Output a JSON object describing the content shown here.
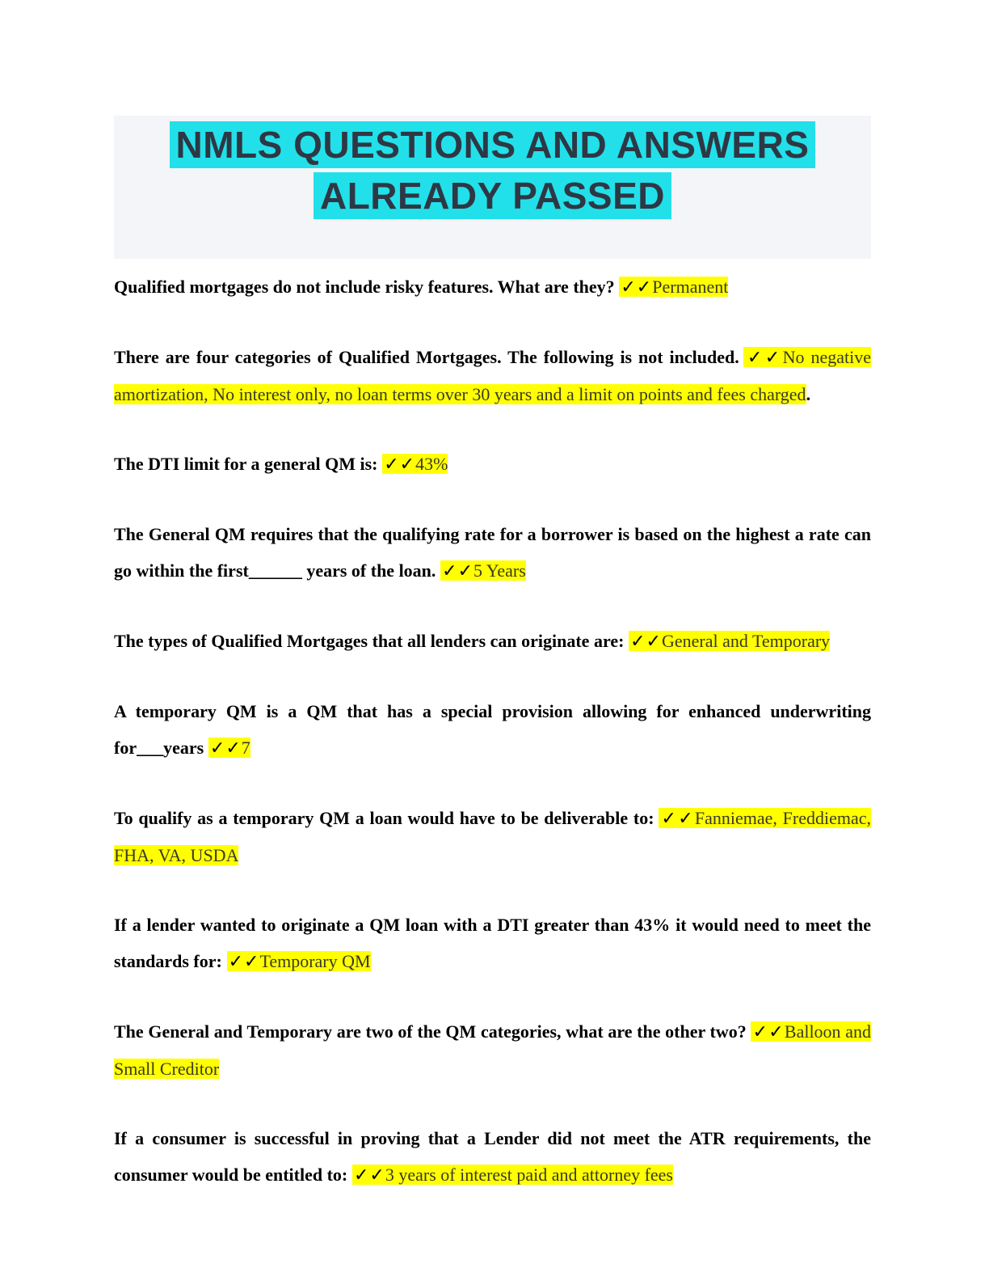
{
  "header": {
    "title_line1": "NMLS QUESTIONS AND ANSWERS",
    "title_line2": "ALREADY PASSED"
  },
  "marks": {
    "double_check": "✓✓"
  },
  "colors": {
    "title_text": "#2f3744",
    "title_highlight": "#22e0e9",
    "title_band_background": "#f4f5f8",
    "answer_highlight": "#ffff00",
    "question_text": "#000000",
    "answer_text": "#3a3a26"
  },
  "qa": {
    "items": [
      {
        "question": "Qualified mortgages do not include risky features. What are they?",
        "answer": "Permanent",
        "suffix": ""
      },
      {
        "question": "There are four categories of Qualified Mortgages. The following is not included.",
        "answer": "No negative amortization, No interest only, no loan terms over 30 years and a limit on points and fees charged",
        "suffix": "."
      },
      {
        "question": "The DTI limit for a general QM is:",
        "answer": "43%",
        "suffix": ""
      },
      {
        "question": "The General QM requires that the qualifying rate for a borrower is based on the highest a rate can go within the first______ years of the loan.",
        "answer": "5 Years",
        "suffix": ""
      },
      {
        "question": "The types of Qualified Mortgages that all lenders can originate are:",
        "answer": "General and Temporary",
        "suffix": ""
      },
      {
        "question": "A temporary QM is a QM that has a special provision allowing for enhanced underwriting for___years",
        "answer": "7",
        "suffix": ""
      },
      {
        "question": "To qualify as a temporary QM a loan would have to be deliverable to:",
        "answer": "Fanniemae, Freddiemac, FHA, VA, USDA",
        "suffix": ""
      },
      {
        "question": "If a lender wanted to originate a QM loan with a DTI greater than 43% it would need to meet the standards for:",
        "answer": "Temporary QM",
        "suffix": ""
      },
      {
        "question": "The General and Temporary are two of the QM categories, what are the other two?",
        "answer": "Balloon and Small Creditor",
        "suffix": ""
      },
      {
        "question": "If a consumer is successful in proving that a Lender did not meet the ATR requirements, the consumer would be entitled to:",
        "answer": "3 years of interest paid and attorney fees",
        "suffix": ""
      }
    ]
  }
}
